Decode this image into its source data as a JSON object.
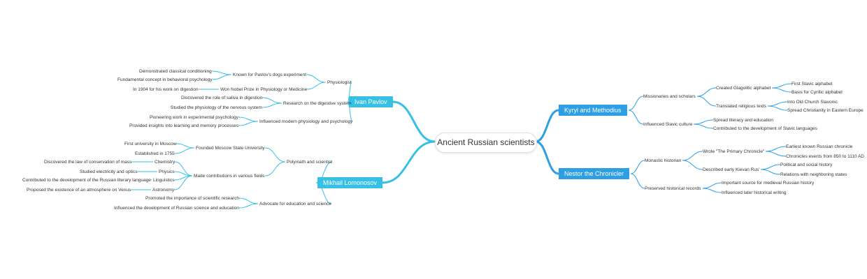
{
  "root": {
    "label": "Ancient Russian scientists"
  },
  "colors": {
    "left": "#35c0e4",
    "right": "#2f9fe3",
    "line_left": "#35c0e4",
    "line_right": "#2f9fe3"
  },
  "branches": [
    {
      "id": "pavlov",
      "label": "Ivan Pavlov",
      "children": [
        {
          "id": "p1",
          "label": "Physiologist",
          "children": [
            {
              "id": "p1a",
              "label": "Known for Pavlov's dogs experiment",
              "children": [
                {
                  "id": "p1a1",
                  "label": "Demonstrated classical conditioning"
                },
                {
                  "id": "p1a2",
                  "label": "Fundamental concept in behavioral psychology"
                }
              ]
            },
            {
              "id": "p1b",
              "label": "Won Nobel Prize in Physiology or Medicine",
              "children": [
                {
                  "id": "p1b1",
                  "label": "In 1904 for his work on digestion"
                }
              ]
            }
          ]
        },
        {
          "id": "p2",
          "label": "Research on the digestive system",
          "children": [
            {
              "id": "p2a",
              "label": "Discovered the role of saliva in digestion"
            },
            {
              "id": "p2b",
              "label": "Studied the physiology of the nervous system"
            }
          ]
        },
        {
          "id": "p3",
          "label": "Influenced modern physiology and psychology",
          "children": [
            {
              "id": "p3a",
              "label": "Pioneering work in experimental psychology"
            },
            {
              "id": "p3b",
              "label": "Provided insights into learning and memory processes"
            }
          ]
        }
      ]
    },
    {
      "id": "lomonosov",
      "label": "Mikhail Lomonosov",
      "children": [
        {
          "id": "m1",
          "label": "Polymath and scientist",
          "children": [
            {
              "id": "m1a",
              "label": "Founded Moscow State University",
              "children": [
                {
                  "id": "m1a1",
                  "label": "First university in Moscow"
                },
                {
                  "id": "m1a2",
                  "label": "Established in 1755"
                }
              ]
            },
            {
              "id": "m1b",
              "label": "Made contributions in various fields",
              "children": [
                {
                  "id": "m1b1",
                  "label": "Chemistry",
                  "children": [
                    {
                      "id": "m1b1a",
                      "label": "Discovered the law of conservation of mass"
                    }
                  ]
                },
                {
                  "id": "m1b2",
                  "label": "Physics",
                  "children": [
                    {
                      "id": "m1b2a",
                      "label": "Studied electricity and optics"
                    }
                  ]
                },
                {
                  "id": "m1b3",
                  "label": "Linguistics",
                  "children": [
                    {
                      "id": "m1b3a",
                      "label": "Contributed to the development of the Russian literary language"
                    }
                  ]
                },
                {
                  "id": "m1b4",
                  "label": "Astronomy",
                  "children": [
                    {
                      "id": "m1b4a",
                      "label": "Proposed the existence of an atmosphere on Venus"
                    }
                  ]
                }
              ]
            }
          ]
        },
        {
          "id": "m2",
          "label": "Advocate for education and science",
          "children": [
            {
              "id": "m2a",
              "label": "Promoted the importance of scientific research"
            },
            {
              "id": "m2b",
              "label": "Influenced the development of Russian science and education"
            }
          ]
        }
      ]
    },
    {
      "id": "kyryl",
      "label": "Kyryl and Methodius",
      "children": [
        {
          "id": "k1",
          "label": "Missionaries and scholars",
          "children": [
            {
              "id": "k1a",
              "label": "Created Glagolitic alphabet",
              "children": [
                {
                  "id": "k1a1",
                  "label": "First Slavic alphabet"
                },
                {
                  "id": "k1a2",
                  "label": "Basis for Cyrillic alphabet"
                }
              ]
            },
            {
              "id": "k1b",
              "label": "Translated religious texts",
              "children": [
                {
                  "id": "k1b1",
                  "label": "Into Old Church Slavonic"
                },
                {
                  "id": "k1b2",
                  "label": "Spread Christianity in Eastern Europe"
                }
              ]
            }
          ]
        },
        {
          "id": "k2",
          "label": "Influenced Slavic culture",
          "children": [
            {
              "id": "k2a",
              "label": "Spread literacy and education"
            },
            {
              "id": "k2b",
              "label": "Contributed to the development of Slavic languages"
            }
          ]
        }
      ]
    },
    {
      "id": "nestor",
      "label": "Nestor the Chronicler",
      "children": [
        {
          "id": "n1",
          "label": "Monastic historian",
          "children": [
            {
              "id": "n1a",
              "label": "Wrote \"The Primary Chronicle\"",
              "children": [
                {
                  "id": "n1a1",
                  "label": "Earliest known Russian chronicle"
                },
                {
                  "id": "n1a2",
                  "label": "Chronicles events from 850 to 1110 AD"
                }
              ]
            },
            {
              "id": "n1b",
              "label": "Described early Kievan Rus'",
              "children": [
                {
                  "id": "n1b1",
                  "label": "Political and social history"
                },
                {
                  "id": "n1b2",
                  "label": "Relations with neighboring states"
                }
              ]
            }
          ]
        },
        {
          "id": "n2",
          "label": "Preserved historical records",
          "children": [
            {
              "id": "n2a",
              "label": "Important source for medieval Russian history"
            },
            {
              "id": "n2b",
              "label": "Influenced later historical writing"
            }
          ]
        }
      ]
    }
  ]
}
